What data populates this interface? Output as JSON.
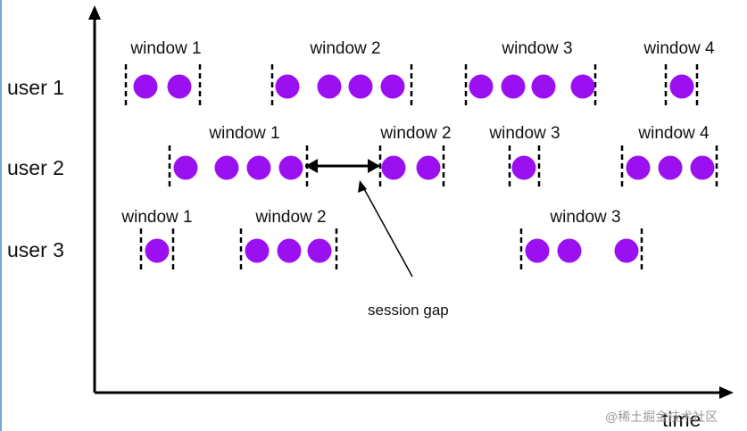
{
  "colors": {
    "event": "#9B10F0",
    "line": "#000000",
    "leftEdge": "#7aa7d9",
    "watermark": "#9a9a9a"
  },
  "axis": {
    "x_label": "time"
  },
  "users": [
    {
      "label": "user 1",
      "windows": [
        {
          "label": "window 1",
          "events": 2
        },
        {
          "label": "window 2",
          "events": 4
        },
        {
          "label": "window 3",
          "events": 4
        },
        {
          "label": "window 4",
          "events": 1
        }
      ]
    },
    {
      "label": "user 2",
      "windows": [
        {
          "label": "window 1",
          "events": 4
        },
        {
          "label": "window 2",
          "events": 2
        },
        {
          "label": "window 3",
          "events": 1
        },
        {
          "label": "window 4",
          "events": 3
        }
      ]
    },
    {
      "label": "user 3",
      "windows": [
        {
          "label": "window 1",
          "events": 1
        },
        {
          "label": "window 2",
          "events": 3
        },
        {
          "label": "window 3",
          "events": 3
        }
      ]
    }
  ],
  "annotation": {
    "label": "session gap"
  },
  "watermark": "@稀土掘金技术社区"
}
